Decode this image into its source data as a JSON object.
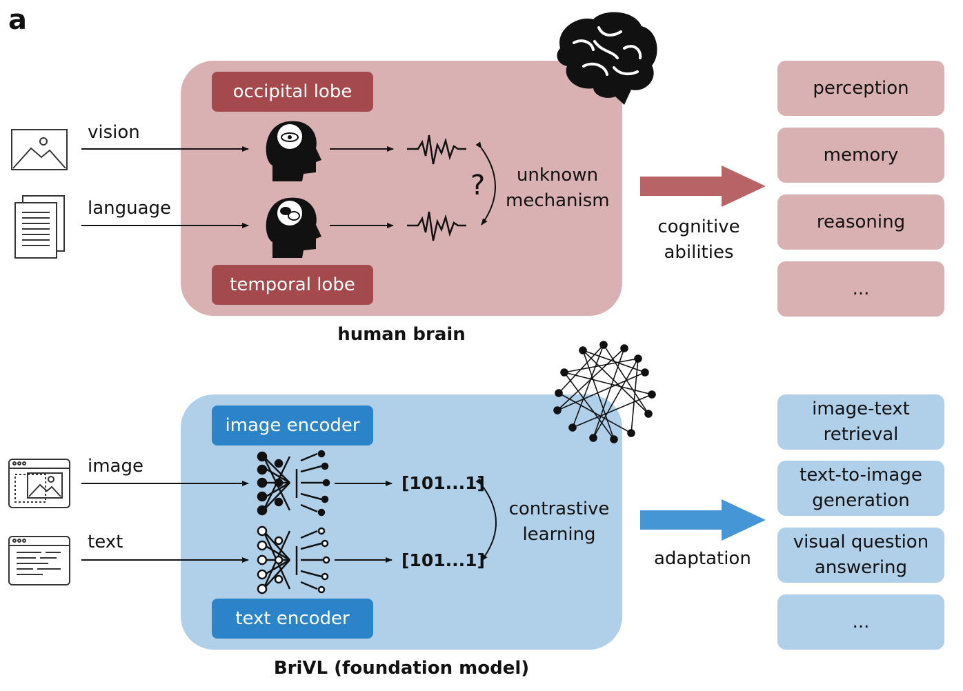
{
  "panel_label": "a",
  "top": {
    "inputs": [
      {
        "label": "vision",
        "icon": "image-icon"
      },
      {
        "label": "language",
        "icon": "document-icon"
      }
    ],
    "regions": [
      "occipital lobe",
      "temporal lobe"
    ],
    "question_mark": "?",
    "mechanism": [
      "unknown",
      "mechanism"
    ],
    "arrow_label": [
      "cognitive",
      "abilities"
    ],
    "caption": "human brain",
    "abilities": [
      "perception",
      "memory",
      "reasoning",
      "..."
    ],
    "colors": {
      "panel": "#d9b1b2",
      "tag": "#a44a4c",
      "arrow": "#b86466"
    }
  },
  "bottom": {
    "inputs": [
      {
        "label": "image",
        "icon": "browser-image-icon"
      },
      {
        "label": "text",
        "icon": "browser-text-icon"
      }
    ],
    "encoders": [
      "image encoder",
      "text encoder"
    ],
    "embeddings": [
      "[101...1]",
      "[101...1]"
    ],
    "mechanism": [
      "contrastive",
      "learning"
    ],
    "arrow_label": "adaptation",
    "caption": "BriVL (foundation model)",
    "tasks": [
      [
        "image-text",
        "retrieval"
      ],
      [
        "text-to-image",
        "generation"
      ],
      [
        "visual question",
        "answering"
      ],
      [
        "..."
      ]
    ],
    "colors": {
      "panel": "#b0d0ea",
      "tag": "#2b84c8",
      "arrow": "#4596d4"
    }
  }
}
